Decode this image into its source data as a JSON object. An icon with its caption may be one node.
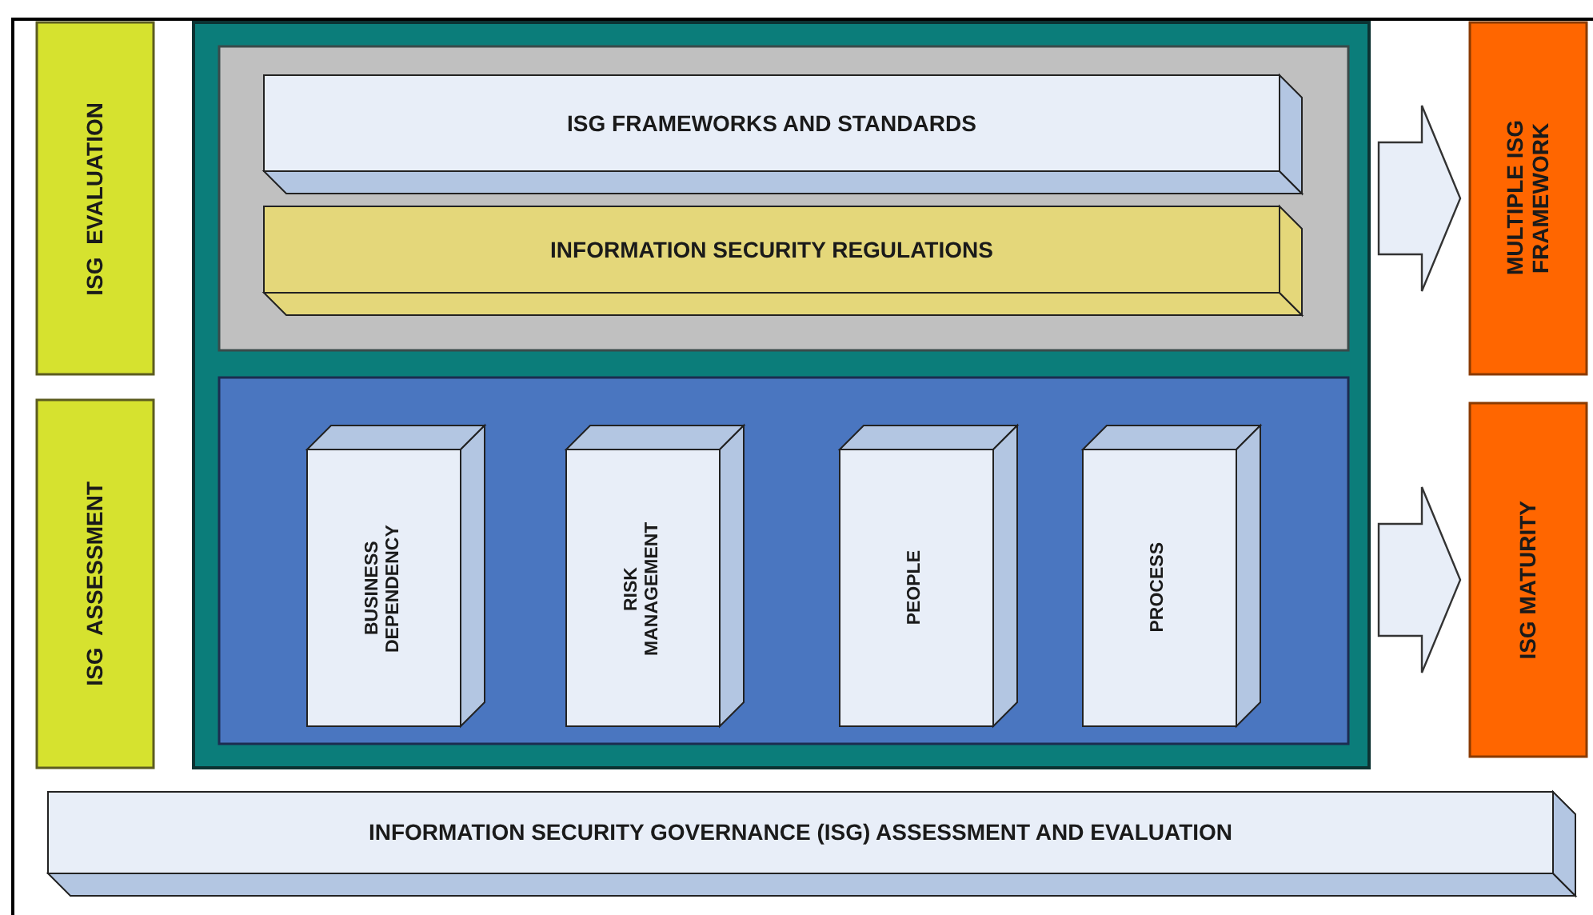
{
  "diagram": {
    "nodes": [
      {
        "text": [
          "ISG  EVALUATION"
        ]
      },
      {
        "text": [
          "ISG  ASSESSMENT"
        ]
      },
      {
        "text": [],
        "shape": "box"
      },
      {
        "text": [],
        "shape": "box",
        "in": 2
      },
      {
        "text": [
          "ISG FRAMEWORKS AND STANDARDS"
        ],
        "in": 3
      },
      {
        "text": [
          "INFORMATION SECURITY REGULATIONS"
        ],
        "in": 3
      },
      {
        "text": [],
        "shape": "box",
        "in": 2
      },
      {
        "text": [
          "BUSINESS DEPENDENCY"
        ],
        "in": 6
      },
      {
        "text": [
          "RISK MANAGEMENT"
        ],
        "in": 6
      },
      {
        "text": [
          "PEOPLE"
        ],
        "in": 6
      },
      {
        "text": [
          "PROCESS"
        ],
        "in": 6
      },
      {
        "text": [
          "MULTIPLE ISG FRAMEWORK"
        ]
      },
      {
        "text": [
          "ISG MATURITY"
        ]
      },
      {
        "text": [
          "INFORMATION SECURITY GOVERNANCE (ISG) ASSESSMENT AND EVALUATION"
        ]
      }
    ],
    "edges": [
      {
        "from": 2,
        "to": 11,
        "arrow": "to"
      },
      {
        "from": 2,
        "to": 12,
        "arrow": "to"
      }
    ]
  }
}
